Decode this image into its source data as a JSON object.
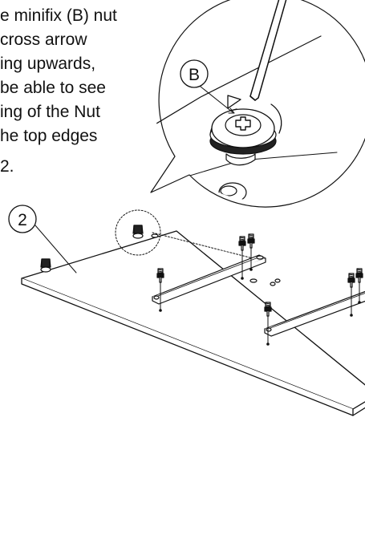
{
  "instructions": {
    "lines": [
      "e minifix (B) nut",
      "cross arrow",
      "ing upwards,",
      "be able to see",
      "ing of the Nut",
      "he top edges",
      "2."
    ]
  },
  "callouts": {
    "part_b": "B",
    "panel_2": "2"
  },
  "colors": {
    "line": "#111111",
    "background": "#ffffff"
  }
}
